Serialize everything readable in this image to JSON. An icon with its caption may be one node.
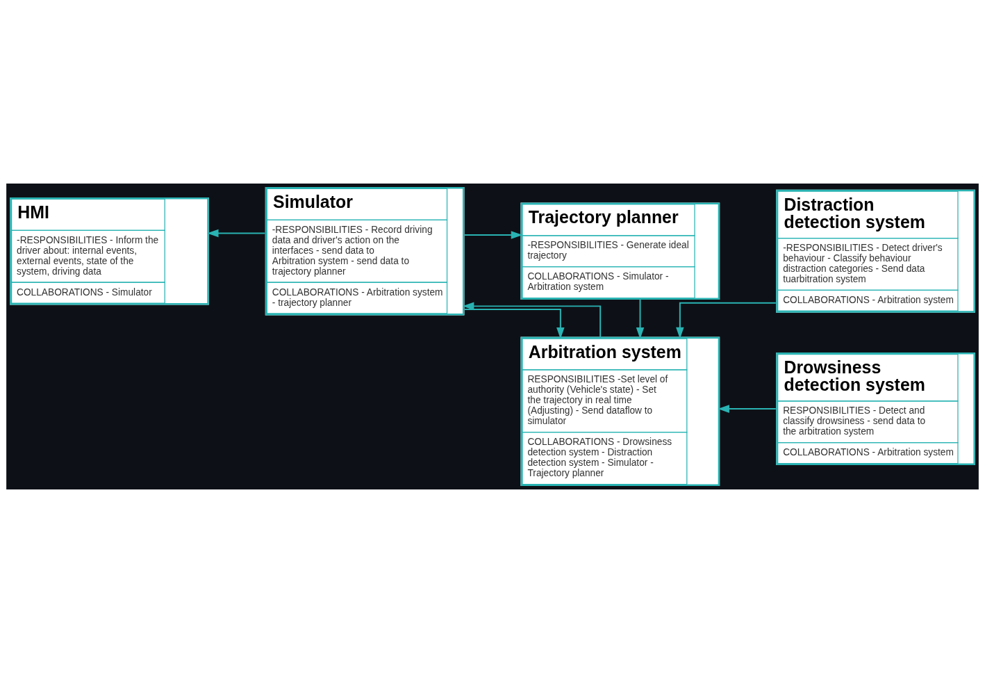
{
  "diagram": {
    "nodes": [
      {
        "text": [
          "Trajectory planner",
          "-RESPONSIBILITIES - Generate ideal trajectory",
          "COLLABORATIONS - Simulator - Arbitration system"
        ]
      },
      {
        "text": [
          "Distraction detection system",
          "-RESPONSIBILITIES - Detect driver's behaviour - Classify behaviour distraction categories - Send data tuarbitration system",
          "COLLABORATIONS - Arbitration system"
        ]
      },
      {
        "text": [
          "HMI",
          "-RESPONSIBILITIES - Inform the driver about: internal events, external events, state of the system, driving data",
          "COLLABORATIONS - Simulator"
        ]
      },
      {
        "text": [
          "Simulator",
          "-RESPONSIBILITIES - Record driving data and driver's action on the interfaces - send data to Arbitration system - send data to trajectory planner",
          "COLLABORATIONS - Arbitration system - trajectory planner"
        ]
      },
      {
        "text": [
          "Arbitration system",
          "RESPONSIBILITIES -Set level of authority (Vehicle's state) - Set the trajectory in real time (Adjusting) - Send dataflow to simulator",
          "COLLABORATIONS - Drowsiness detection system - Distraction detection system - Simulator - Trajectory planner"
        ]
      },
      {
        "text": [
          "Drowsiness detection system",
          "RESPONSIBILITIES - Detect and classify drowsiness - send data to the arbitration system",
          "COLLABORATIONS - Arbitration system"
        ]
      }
    ],
    "edges": [
      {
        "from": 3,
        "to": 2,
        "arrow": "to"
      },
      {
        "from": 3,
        "to": 4,
        "arrow": "to"
      },
      {
        "from": 3,
        "to": 0,
        "arrow": "to"
      },
      {
        "from": 0,
        "to": 4,
        "arrow": "to"
      },
      {
        "from": 4,
        "to": 3,
        "arrow": "to"
      },
      {
        "from": 1,
        "to": 4,
        "arrow": "to"
      },
      {
        "from": 5,
        "to": 4,
        "arrow": "to"
      }
    ]
  }
}
